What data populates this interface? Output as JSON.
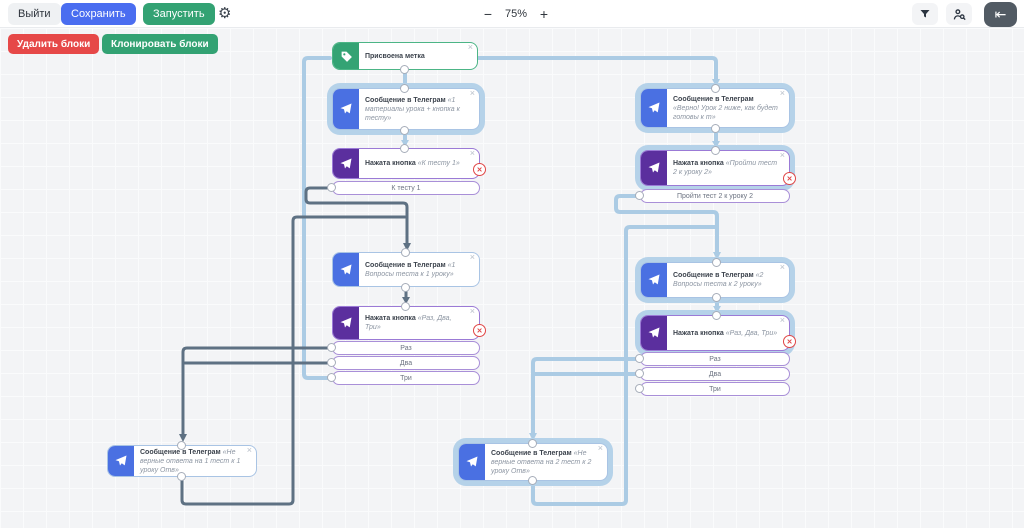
{
  "toolbar": {
    "exit_label": "Выйти",
    "save_label": "Сохранить",
    "run_label": "Запустить",
    "zoom_value": "75%"
  },
  "canvas_actions": {
    "delete_blocks_label": "Удалить блоки",
    "clone_blocks_label": "Клонировать блоки"
  },
  "glyphs": {
    "minus": "−",
    "plus": "+",
    "gear": "⚙",
    "collapse": "⇤",
    "close": "×",
    "delete_branch": "✕"
  },
  "colors": {
    "telegram_blue": "#4a70e2",
    "button_purple": "#5b2f9e",
    "tag_green": "#34a374",
    "save_blue": "#4a6df0",
    "run_green": "#33a273",
    "delete_red": "#e64848",
    "selection_halo": "#b5d2e9",
    "wire_dark": "#5e7183",
    "wire_light": "#abcbe4"
  },
  "nodes": {
    "tag1": {
      "title": "Присвоена метка"
    },
    "m1": {
      "label": "Сообщение в Телеграм",
      "quote": "«1 материалы урока + кнопка к тесту»"
    },
    "b1": {
      "label": "Нажата кнопка",
      "quote": "«К тесту 1»",
      "options": [
        "К тесту 1"
      ]
    },
    "m2": {
      "label": "Сообщение в Телеграм",
      "quote": "«1 Вопросы теста к 1 уроку»"
    },
    "b2": {
      "label": "Нажата кнопка",
      "quote": "«Раз, Два, Три»",
      "options": [
        "Раз",
        "Два",
        "Три"
      ]
    },
    "m3": {
      "label": "Сообщение в Телеграм",
      "quote": "«Не верные ответа на 1 тест к 1 уроку Отв»"
    },
    "m4": {
      "label": "Сообщение в Телеграм",
      "quote": "«Верно! Урок 2 ниже, как будет готовы к т»"
    },
    "b3": {
      "label": "Нажата кнопка",
      "quote": "«Пройти тест 2 к уроку 2»",
      "options": [
        "Пройти тест 2 к уроку 2"
      ]
    },
    "m5": {
      "label": "Сообщение в Телеграм",
      "quote": "«2 Вопросы теста к 2 уроку»"
    },
    "b4": {
      "label": "Нажата кнопка",
      "quote": "«Раз, Два, Три»",
      "options": [
        "Раз",
        "Два",
        "Три"
      ]
    },
    "m6": {
      "label": "Сообщение в Телеграм",
      "quote": "«Не верные ответа на 2 тест к 2 уроку Отв»"
    }
  }
}
